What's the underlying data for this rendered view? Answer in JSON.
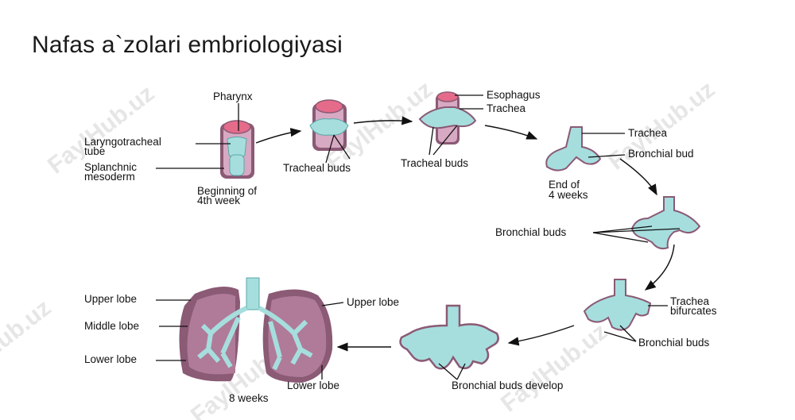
{
  "slide": {
    "title": "Nafas a`zolari embriologiyasi",
    "watermark": "FaylHub.uz"
  },
  "colors": {
    "epithelium": "#a6dede",
    "epithelium_dark": "#7fc4c4",
    "mesoderm": "#8b5a75",
    "mesoderm_light": "#d7a9c3",
    "pharynx_pink": "#e56b8a"
  },
  "labels": {
    "pharynx": "Pharynx",
    "laryngotracheal_1": "Laryngotracheal",
    "laryngotracheal_2": "tube",
    "splanchnic_1": "Splanchnic",
    "splanchnic_2": "mesoderm",
    "beginning_1": "Beginning of",
    "beginning_2": "4th week",
    "tracheal_buds_1": "Tracheal buds",
    "esophagus": "Esophagus",
    "trachea_1": "Trachea",
    "tracheal_buds_2": "Tracheal buds",
    "trachea_2": "Trachea",
    "bronchial_bud": "Bronchial bud",
    "end_1": "End of",
    "end_2": "4 weeks",
    "bronchial_buds_1": "Bronchial buds",
    "trachea_bif_1": "Trachea",
    "trachea_bif_2": "bifurcates",
    "bronchial_buds_2": "Bronchial buds",
    "bronchial_buds_develop": "Bronchial buds develop",
    "upper_lobe_left": "Upper lobe",
    "middle_lobe": "Middle lobe",
    "lower_lobe_left": "Lower lobe",
    "upper_lobe_right": "Upper lobe",
    "lower_lobe_right": "Lower lobe",
    "eight_weeks": "8 weeks"
  }
}
